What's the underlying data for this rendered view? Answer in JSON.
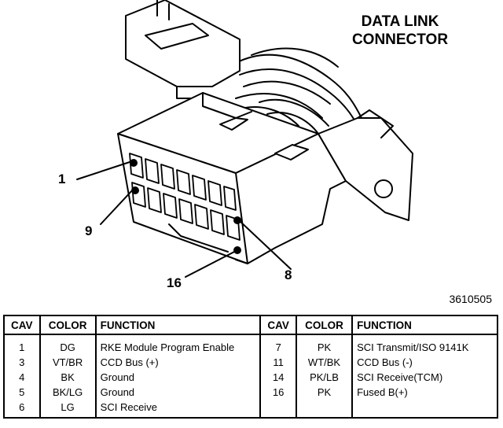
{
  "title": {
    "line1": "DATA LINK",
    "line2": "CONNECTOR"
  },
  "pin_labels": {
    "p1": "1",
    "p9": "9",
    "p16": "16",
    "p8": "8"
  },
  "figure_number": "3610505",
  "table": {
    "headers": [
      "CAV",
      "COLOR",
      "FUNCTION",
      "CAV",
      "COLOR",
      "FUNCTION"
    ],
    "rows": [
      {
        "cav1": "1",
        "color1": "DG",
        "func1": "RKE Module Program Enable",
        "cav2": "7",
        "color2": "PK",
        "func2": "SCI Transmit/ISO 9141K"
      },
      {
        "cav1": "3",
        "color1": "VT/BR",
        "func1": "CCD Bus (+)",
        "cav2": "11",
        "color2": "WT/BK",
        "func2": "CCD Bus (-)"
      },
      {
        "cav1": "4",
        "color1": "BK",
        "func1": "Ground",
        "cav2": "14",
        "color2": "PK/LB",
        "func2": "SCI Receive(TCM)"
      },
      {
        "cav1": "5",
        "color1": "BK/LG",
        "func1": "Ground",
        "cav2": "16",
        "color2": "PK",
        "func2": "Fused B(+)"
      },
      {
        "cav1": "6",
        "color1": "LG",
        "func1": "SCI Receive",
        "cav2": "",
        "color2": "",
        "func2": ""
      }
    ]
  }
}
